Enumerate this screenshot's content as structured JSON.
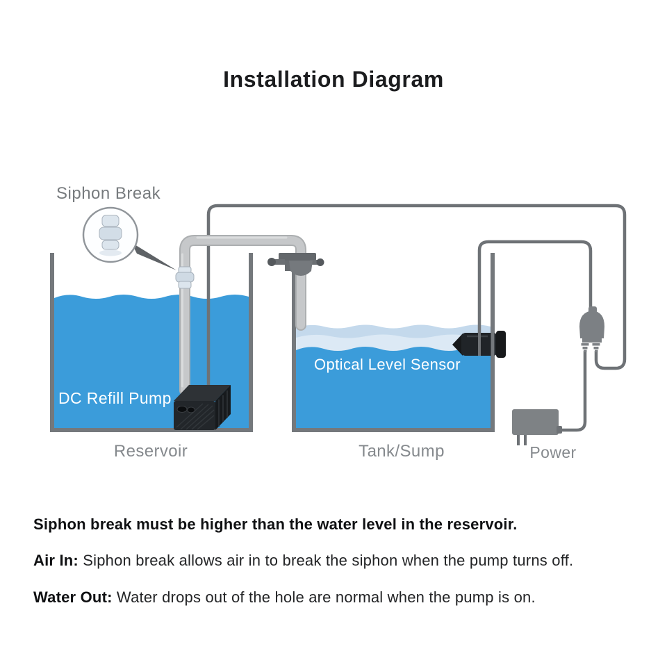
{
  "title": "Installation Diagram",
  "diagram": {
    "labels": {
      "siphon_break": "Siphon Break",
      "dc_refill_pump": "DC Refill Pump",
      "optical_level_sensor": "Optical Level Sensor",
      "reservoir": "Reservoir",
      "tank_sump": "Tank/Sump",
      "power": "Power"
    },
    "colors": {
      "water_blue": "#3B9CDA",
      "water_light": "#C4D9EC",
      "water_lighter": "#DCE9F5",
      "tank_wall": "#74787C",
      "cable_gray": "#6E7276",
      "tube_gray": "#C6C8CA",
      "tube_edge": "#ACAFB1",
      "device_black": "#202428",
      "splitter_gray": "#7C8084",
      "adapter_gray": "#7E8285",
      "label_gray": "#85898D",
      "siphon_label_gray": "#777B7E"
    }
  },
  "notes": [
    {
      "bold": "Siphon break must be higher than the water level in the reservoir.",
      "text": ""
    },
    {
      "bold": "Air In:",
      "text": " Siphon break allows air in to break the siphon when the pump turns off."
    },
    {
      "bold": "Water Out:",
      "text": " Water drops out of the hole are normal when the pump is on."
    }
  ]
}
